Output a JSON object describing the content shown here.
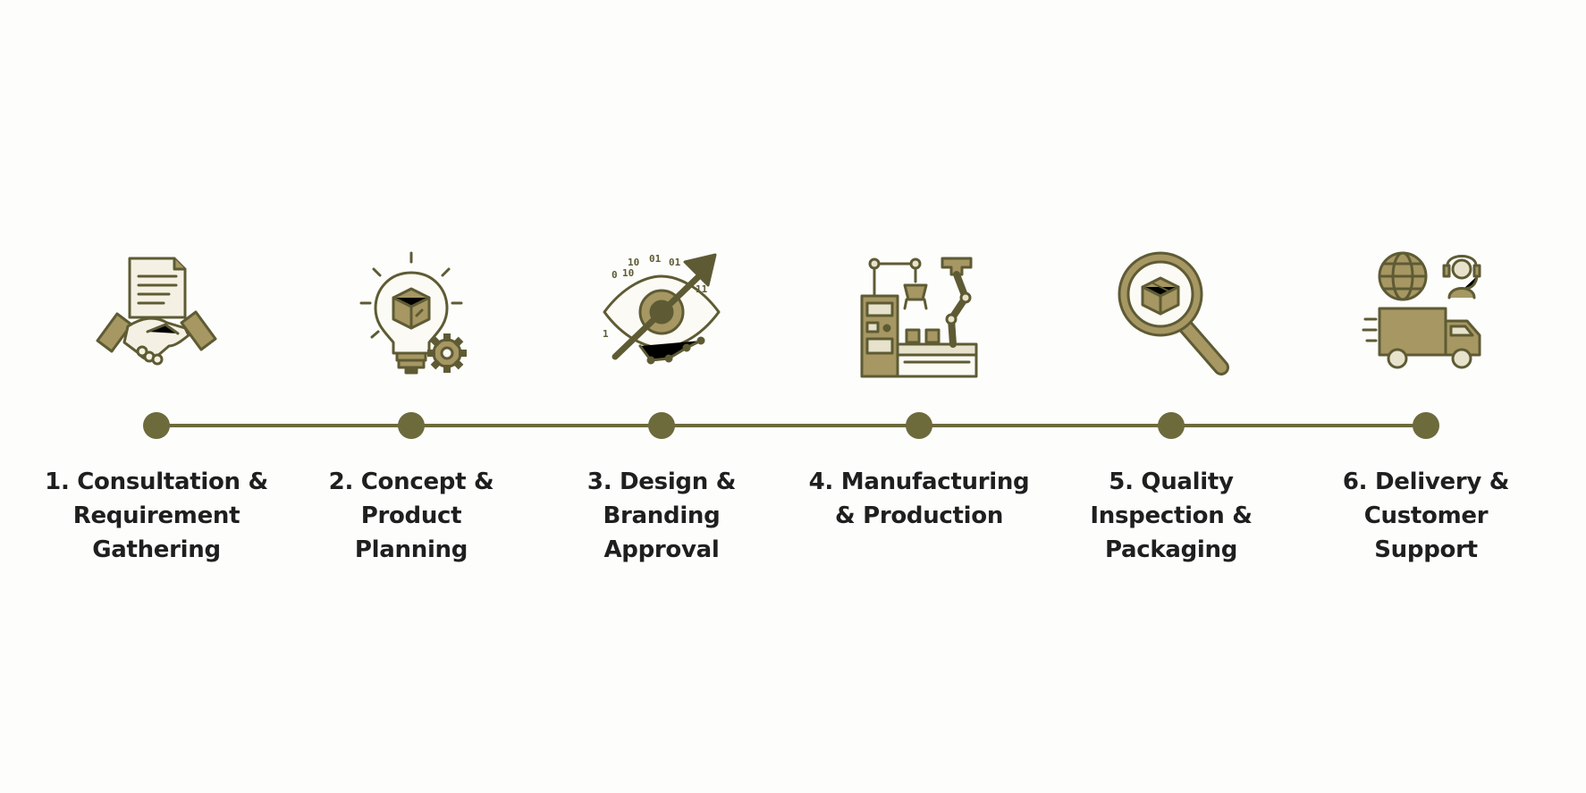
{
  "colors": {
    "line": "#6d6a3c",
    "dot": "#6d6a3c",
    "icon_stroke": "#5e5b34",
    "icon_fill": "#a69763",
    "icon_light": "#e7e2cc",
    "text": "#1f1f1f",
    "background": "#fdfdfc"
  },
  "steps": [
    {
      "label": "1. Consultation &\nRequirement\nGathering",
      "icon": "handshake-document-icon"
    },
    {
      "label": "2. Concept &\nProduct\nPlanning",
      "icon": "lightbulb-box-gear-icon"
    },
    {
      "label": "3. Design &\nBranding\nApproval",
      "icon": "eye-arrow-data-icon"
    },
    {
      "label": "4. Manufacturing\n& Production",
      "icon": "factory-robot-arm-icon"
    },
    {
      "label": "5. Quality\nInspection &\nPackaging",
      "icon": "magnifier-box-icon"
    },
    {
      "label": "6. Delivery &\nCustomer\nSupport",
      "icon": "truck-globe-headset-icon"
    }
  ]
}
